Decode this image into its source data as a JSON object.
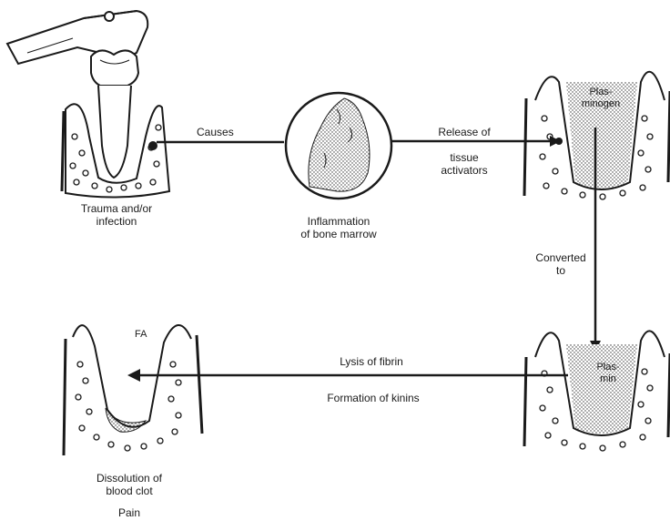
{
  "labels": {
    "causes": "Causes",
    "trauma_line1": "Trauma and/or",
    "trauma_line2": "infection",
    "inflammation_line1": "Inflammation",
    "inflammation_line2": "of bone marrow",
    "release_line1": "Release of",
    "release_line2": "tissue",
    "release_line3": "activators",
    "plasminogen_line1": "Plas-",
    "plasminogen_line2": "minogen",
    "converted_line1": "Converted",
    "converted_line2": "to",
    "plasmin_line1": "Plas-",
    "plasmin_line2": "min",
    "lysis": "Lysis of fibrin",
    "kinins": "Formation of kinins",
    "fa": "FA",
    "dissolution_line1": "Dissolution of",
    "dissolution_line2": "blood clot",
    "pain": "Pain"
  }
}
